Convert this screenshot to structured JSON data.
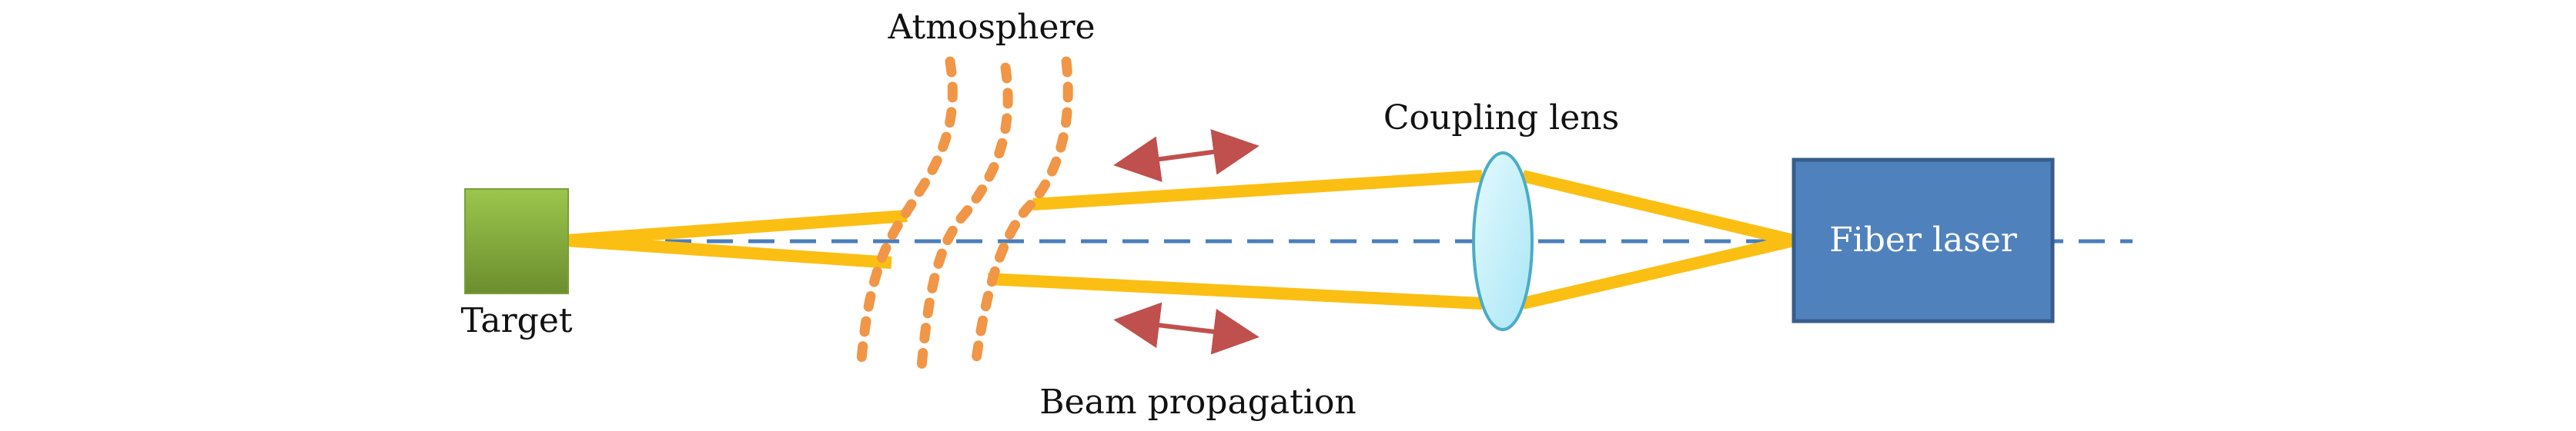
{
  "labels": {
    "target": "Target",
    "atmosphere": "Atmosphere",
    "coupling_lens": "Coupling lens",
    "fiber_laser": "Fiber laser",
    "beam_propagation": "Beam propagation"
  },
  "colors": {
    "beam": "#FBBF14",
    "atmosphere_dots": "#F09646",
    "arrow": "#C0504D",
    "axis_dash": "#4A7EBB",
    "laser_fill": "#4F81BD",
    "laser_stroke": "#385D8A",
    "lens_fill": "#BDEFFB",
    "lens_stroke": "#4BACC6",
    "target_top": "#9BC64C",
    "target_bottom": "#6C8E2F"
  },
  "icons": {
    "target": "green-square",
    "atmosphere": "dotted-turbulence-lines",
    "lens": "ellipse-lens",
    "laser": "blue-rectangle",
    "arrows": "double-headed-arrow"
  }
}
